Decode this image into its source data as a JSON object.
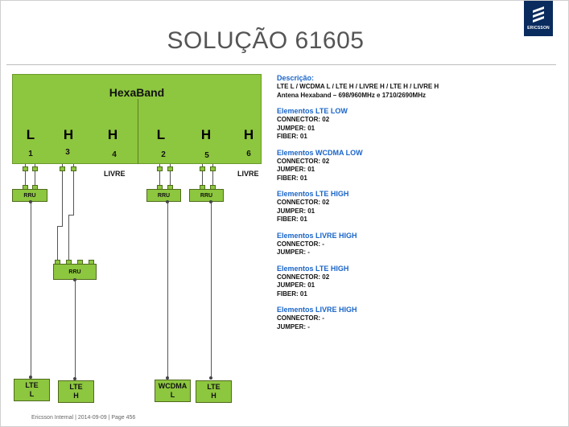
{
  "slide": {
    "title": "SOLUÇÃO 61605",
    "footer": "Ericsson Internal  |  2014-09-09  |  Page 456",
    "logo_text": "ERICSSON"
  },
  "antenna": {
    "name": "HexaBand",
    "ports": [
      {
        "letter": "L",
        "number": "1"
      },
      {
        "letter": "H",
        "number": "3"
      },
      {
        "letter": "H",
        "number": "4"
      },
      {
        "letter": "L",
        "number": "2"
      },
      {
        "letter": "H",
        "number": "5"
      },
      {
        "letter": "H",
        "number": "6"
      }
    ],
    "livre_labels": [
      "LIVRE",
      "LIVRE"
    ]
  },
  "rru_label": "RRU",
  "bottom_boxes": [
    {
      "line1": "LTE",
      "line2": "L"
    },
    {
      "line1": "LTE",
      "line2": "H"
    },
    {
      "line1": "WCDMA",
      "line2": "L"
    },
    {
      "line1": "LTE",
      "line2": "H"
    }
  ],
  "description": {
    "heading": "Descrição:",
    "lines": [
      "LTE L / WCDMA L / LTE H / LIVRE H / LTE H / LIVRE H",
      "Antena Hexaband – 698/960MHz  e  1710/2690MHz"
    ]
  },
  "sections": [
    {
      "title": "Elementos LTE LOW",
      "lines": [
        "CONNECTOR: 02",
        "JUMPER: 01",
        "FIBER: 01"
      ]
    },
    {
      "title": "Elementos WCDMA LOW",
      "lines": [
        "CONNECTOR: 02",
        "JUMPER: 01",
        "FIBER: 01"
      ]
    },
    {
      "title": "Elementos LTE HIGH",
      "lines": [
        "CONNECTOR: 02",
        "JUMPER: 01",
        "FIBER: 01"
      ]
    },
    {
      "title": "Elementos LIVRE HIGH",
      "lines": [
        "CONNECTOR: -",
        "JUMPER: -"
      ]
    },
    {
      "title": "Elementos LTE HIGH",
      "lines": [
        "CONNECTOR: 02",
        "JUMPER: 01",
        "FIBER: 01"
      ]
    },
    {
      "title": "Elementos LIVRE HIGH",
      "lines": [
        "CONNECTOR: -",
        "JUMPER: -"
      ]
    }
  ],
  "colors": {
    "antenna_green": "#8dc63f",
    "heading_blue": "#1a65c8",
    "logo_navy": "#0a2b5e"
  }
}
